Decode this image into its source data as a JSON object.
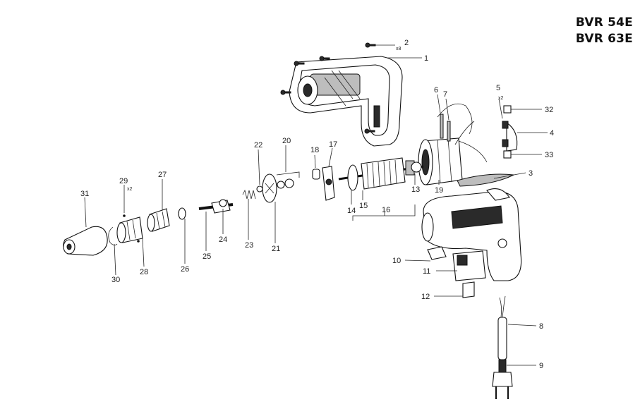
{
  "models": [
    "BVR 54E",
    "BVR 63E"
  ],
  "callouts": {
    "1": "1",
    "2": "2",
    "3": "3",
    "4": "4",
    "5": "5",
    "6": "6",
    "7": "7",
    "8": "8",
    "9": "9",
    "10": "10",
    "11": "11",
    "12": "12",
    "13": "13",
    "14": "14",
    "15": "15",
    "16": "16",
    "17": "17",
    "18": "18",
    "19": "19",
    "20": "20",
    "21": "21",
    "22": "22",
    "23": "23",
    "24": "24",
    "25": "25",
    "26": "26",
    "27": "27",
    "28": "28",
    "29": "29",
    "30": "30",
    "31": "31",
    "32": "32",
    "33": "33"
  },
  "quantities": {
    "screws": "x8",
    "brushes": "x2",
    "balls": "x2"
  }
}
